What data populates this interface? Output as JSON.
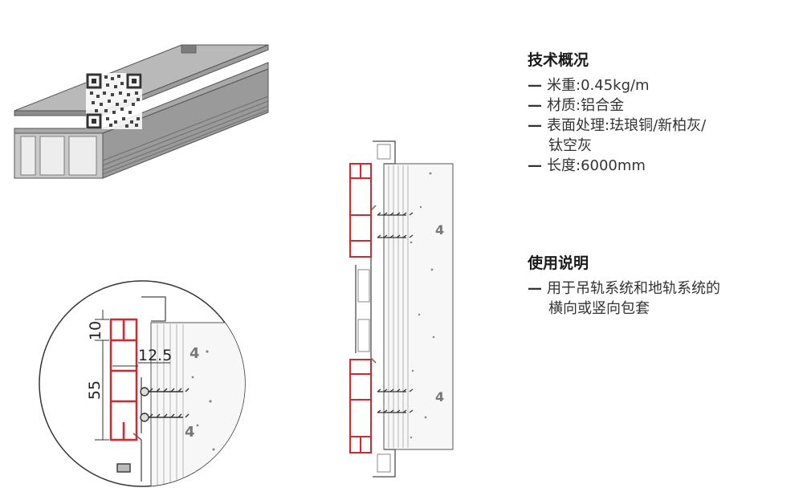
{
  "specs": {
    "title": "技术概况",
    "items": [
      "米重:0.45kg/m",
      "材质:铝合金",
      "表面处理:珐琅铜/新柏灰/",
      "钛空灰",
      "长度:6000mm"
    ]
  },
  "usage": {
    "title": "使用说明",
    "lines": [
      "用于吊轨系统和地轨系统的",
      "横向或竖向包套"
    ]
  },
  "dimensions": {
    "top": "10",
    "width": "12.5",
    "height": "55"
  },
  "panel_marks": [
    "4",
    "4",
    "4",
    "4"
  ],
  "colors": {
    "profile_red": "#d9252c",
    "metal_gray": "#8a8a8a",
    "line": "#555555"
  }
}
